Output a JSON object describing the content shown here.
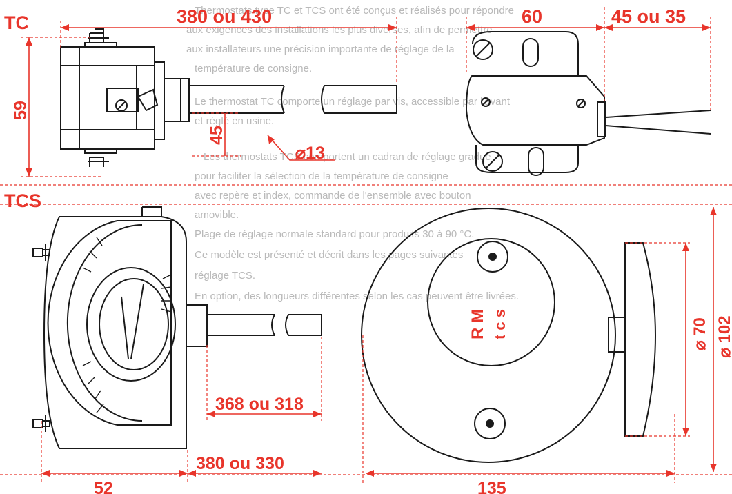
{
  "colors": {
    "dimension": "#e8352b",
    "ink": "#1a1a1a",
    "paper": "#ffffff",
    "bleed_text": "#b9b9b9"
  },
  "title_tc": "TC",
  "title_tcs": "TCS",
  "dimensions": {
    "tc_shaft_length": "380 ou 430",
    "tc_body_width": "60",
    "tc_cable_length": "45 ou 35",
    "tc_height": "59",
    "tc_shaft_offset": "45",
    "tc_diameter": "⌀13",
    "tcs_shaft_inner": "368 ou 318",
    "tcs_shaft_total": "380 ou 330",
    "tcs_body_depth": "52",
    "tcs_dial_width": "135",
    "tcs_inner_diameter": "⌀ 70",
    "tcs_outer_diameter": "⌀ 102"
  },
  "dial_marking": {
    "line1": "R M",
    "line2": "t c s"
  },
  "bleed_through_text": [
    "Thermostats type TC et TCS ont été conçus et réalisés pour répondre",
    "aux exigences des installations les plus diverses, afin de permettre",
    "aux installateurs une précision importante de réglage de la",
    "température de consigne.",
    "Le thermostat TC comporte un réglage par vis, accessible par l'avant",
    "et réglé en usine.",
    "Les thermostats TCS comportent un cadran de réglage gradué",
    "pour faciliter la sélection de la température de consigne",
    "avec repère et index, commande de l'ensemble avec bouton",
    "amovible.",
    "Plage de réglage normale standard pour produits 30 à 90 °C.",
    "Ce modèle est présenté et décrit dans les pages suivantes",
    "réglage TCS.",
    "En option, des longueurs différentes selon les cas peuvent être livrées."
  ]
}
